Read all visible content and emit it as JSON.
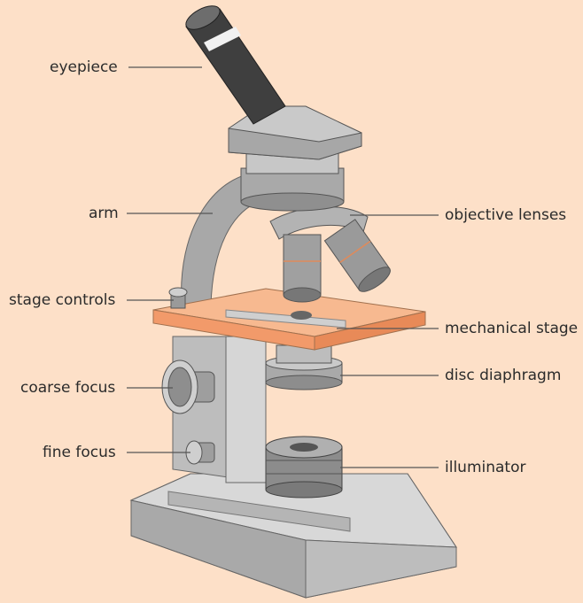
{
  "labels": {
    "eyepiece": "eyepiece",
    "arm": "arm",
    "stage_controls": "stage controls",
    "coarse_focus": "coarse focus",
    "fine_focus": "fine focus",
    "objective_lenses": "objective lenses",
    "mechanical_stage": "mechanical stage",
    "disc_diaphragm": "disc diaphragm",
    "illuminator": "illuminator"
  },
  "colors": {
    "background": "#fde0c8",
    "stage": "#f4a57c",
    "metal": "#b9b9b9",
    "tube": "#3f3f3f"
  }
}
